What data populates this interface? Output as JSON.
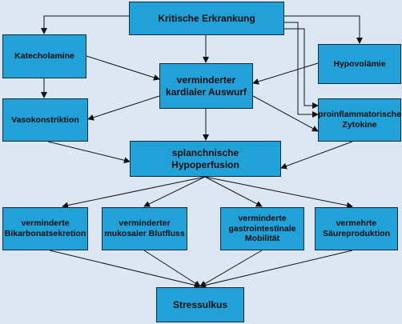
{
  "colors": {
    "background": "#dbe8f4",
    "node_fill": "#20a2d8",
    "node_border": "#1b2a3a",
    "edge": "#111111"
  },
  "nodes": {
    "kritische_erkrankung": "Kritische Erkrankung",
    "katecholamine": "Katecholamine",
    "hypovolaemie": "Hypovolämie",
    "verminderter_auswurf": "verminderter\nkardialer Auswurf",
    "vasokonstriktion": "Vasokonstriktion",
    "proinflammatorische_zytokine": "proinflammatorische\nZytokine",
    "splanchnische_hypoperfusion": "splanchnische\nHypoperfusion",
    "bikarbonatsekretion": "verminderte\nBikarbonatsekretion",
    "blutfluss": "verminderter\nmukosaler Blutfluss",
    "motilitaet": "verminderte\ngastrointestinale\nMobilität",
    "saeureproduktion": "vermehrte\nSäureproduktion",
    "stressulkus": "Stressulkus"
  }
}
